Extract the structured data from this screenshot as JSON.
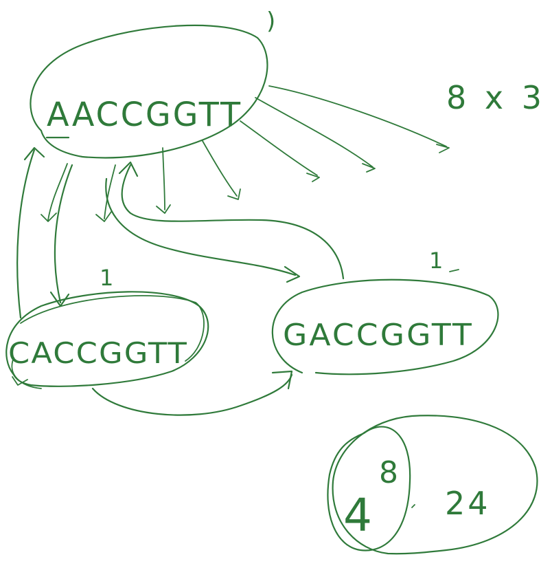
{
  "ink_color": "#2f7a3a",
  "background": "#ffffff",
  "nodes": {
    "root": {
      "label": "AACCGGTT",
      "mark": ")"
    },
    "left": {
      "label": "CACCGGTT",
      "mark": "1"
    },
    "right": {
      "label": "GACCGGTT",
      "mark": "1"
    }
  },
  "annotations": {
    "multiplier": "8 x 3",
    "count_base": "4",
    "count_exp": "8",
    "count_total": "24"
  }
}
